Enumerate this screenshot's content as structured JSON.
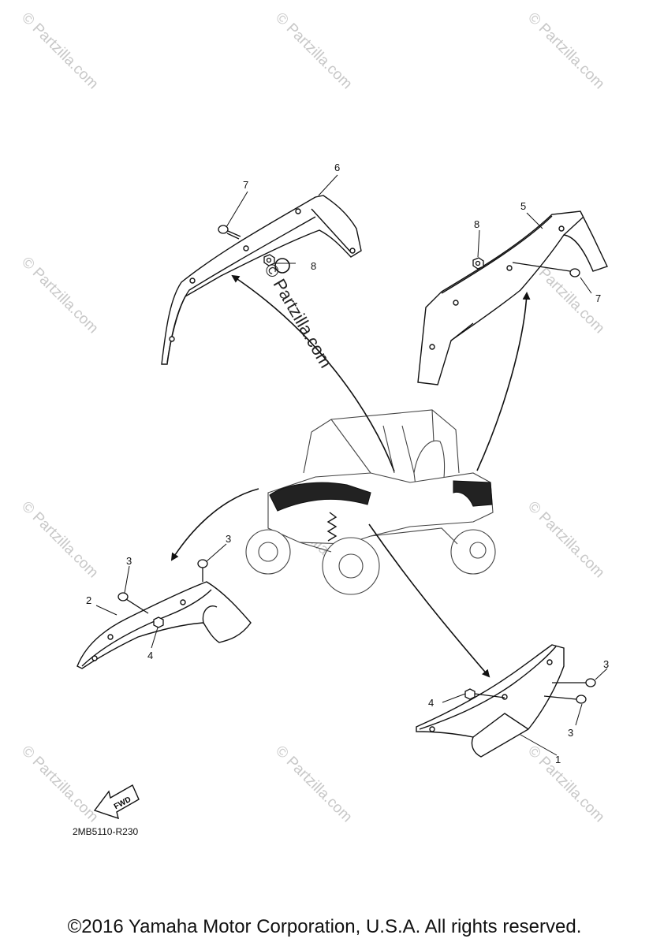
{
  "watermark": "© Partzilla.com",
  "center_watermark": "© Partzilla.com",
  "callouts": {
    "c1": "1",
    "c2": "2",
    "c3a": "3",
    "c3b": "3",
    "c3c": "3",
    "c3d": "3",
    "c4a": "4",
    "c4b": "4",
    "c5": "5",
    "c6": "6",
    "c7a": "7",
    "c7b": "7",
    "c8a": "8",
    "c8b": "8"
  },
  "fwd_label": "FWD",
  "diagram_code": "2MB5110-R230",
  "copyright": "©2016  Yamaha Motor Corporation, U.S.A. All rights reserved."
}
